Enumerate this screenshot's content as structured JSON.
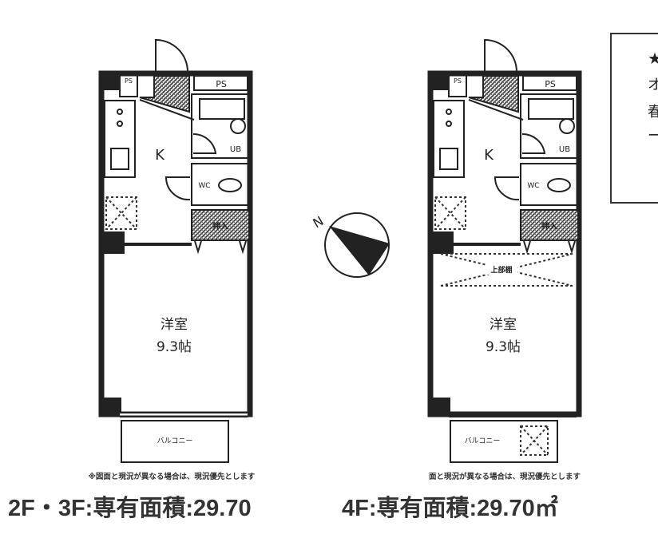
{
  "plans": [
    {
      "labels": {
        "ps_small": "PS",
        "ps": "PS",
        "ub": "UB",
        "wc": "WC",
        "kitchen": "K",
        "closet": "押入",
        "room": "洋室",
        "room_size": "9.3帖",
        "balcony": "バルコニー"
      },
      "note": "※図面と現況が異なる場合は、現況優先とします",
      "area_text": "2F・3F:専有面積:29.70"
    },
    {
      "labels": {
        "ps_small": "PS",
        "ps": "PS",
        "ub": "UB",
        "wc": "WC",
        "kitchen": "K",
        "closet": "押入",
        "room": "洋室",
        "room_size": "9.3帖",
        "balcony": "バルコニー",
        "upper_shelf": "上部棚"
      },
      "note": "面と現況が異なる場合は、現況優先とします",
      "area_text": "4F:専有面積:29.70㎡"
    }
  ],
  "compass": {
    "north_label": "N"
  },
  "side_box": {
    "lines": [
      "★",
      "オ",
      "春",
      "ー"
    ]
  }
}
